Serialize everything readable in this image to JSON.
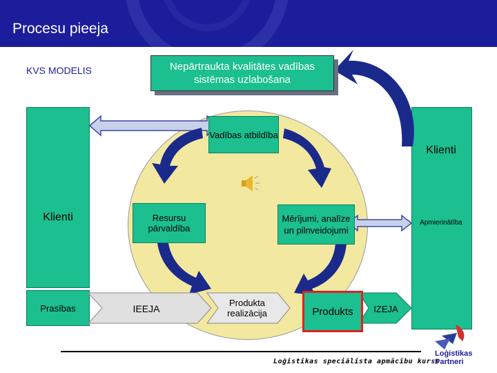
{
  "header": {
    "title": "Procesu pieeja"
  },
  "model_label": "KVS MODELIS",
  "top_box": "Nepārtraukta kvalitātes vadības sistēmas uzlabošana",
  "left_panel": {
    "customers": "Klienti",
    "requirements": "Prasības"
  },
  "right_panel": {
    "customers": "Klienti",
    "satisfaction": "Apmierinātība"
  },
  "cycle": {
    "management": "Vadības atbildība",
    "resources": "Resursu pārvaldība",
    "measurement": "Mērījumi, analīze un pilnveidojumi",
    "realization": "Produkta realizācija"
  },
  "input_label": "IEEJA",
  "product_label": "Produkts",
  "output_label": "IZEJA",
  "footer_text": "Loģistikas speciālista apmācību kurss",
  "logo_text": [
    "Loģistikas",
    "Partneri"
  ],
  "colors": {
    "header": "#1b1d9a",
    "box": "#1cbf8f",
    "circle": "#f2e8a0",
    "arrow": "#1a2a8a",
    "highlight": "#e02020"
  }
}
